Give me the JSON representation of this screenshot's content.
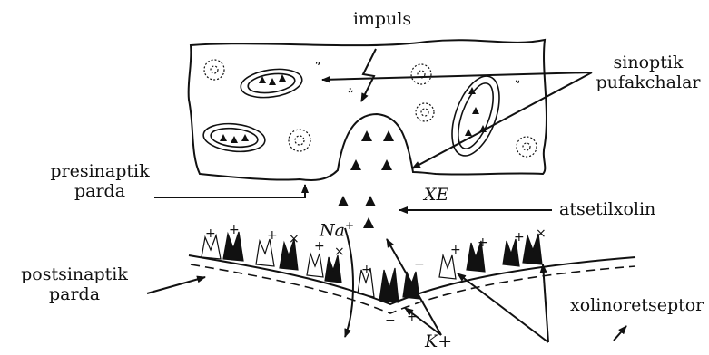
{
  "labels": {
    "impuls": "impuls",
    "sinoptik_1": "sinoptik",
    "sinoptik_2": "pufakchalar",
    "presinaptik_1": "presinaptik",
    "presinaptik_2": "parda",
    "xe": "XE",
    "atsetilxolin": "atsetilxolin",
    "na": "Na",
    "na_sup": "+",
    "postsinaptik_1": "postsinaptik",
    "postsinaptik_2": "parda",
    "xolinoretseptor": "xolinoretseptor",
    "k": "K+"
  },
  "colors": {
    "ink": "#111111",
    "background": "#ffffff"
  }
}
